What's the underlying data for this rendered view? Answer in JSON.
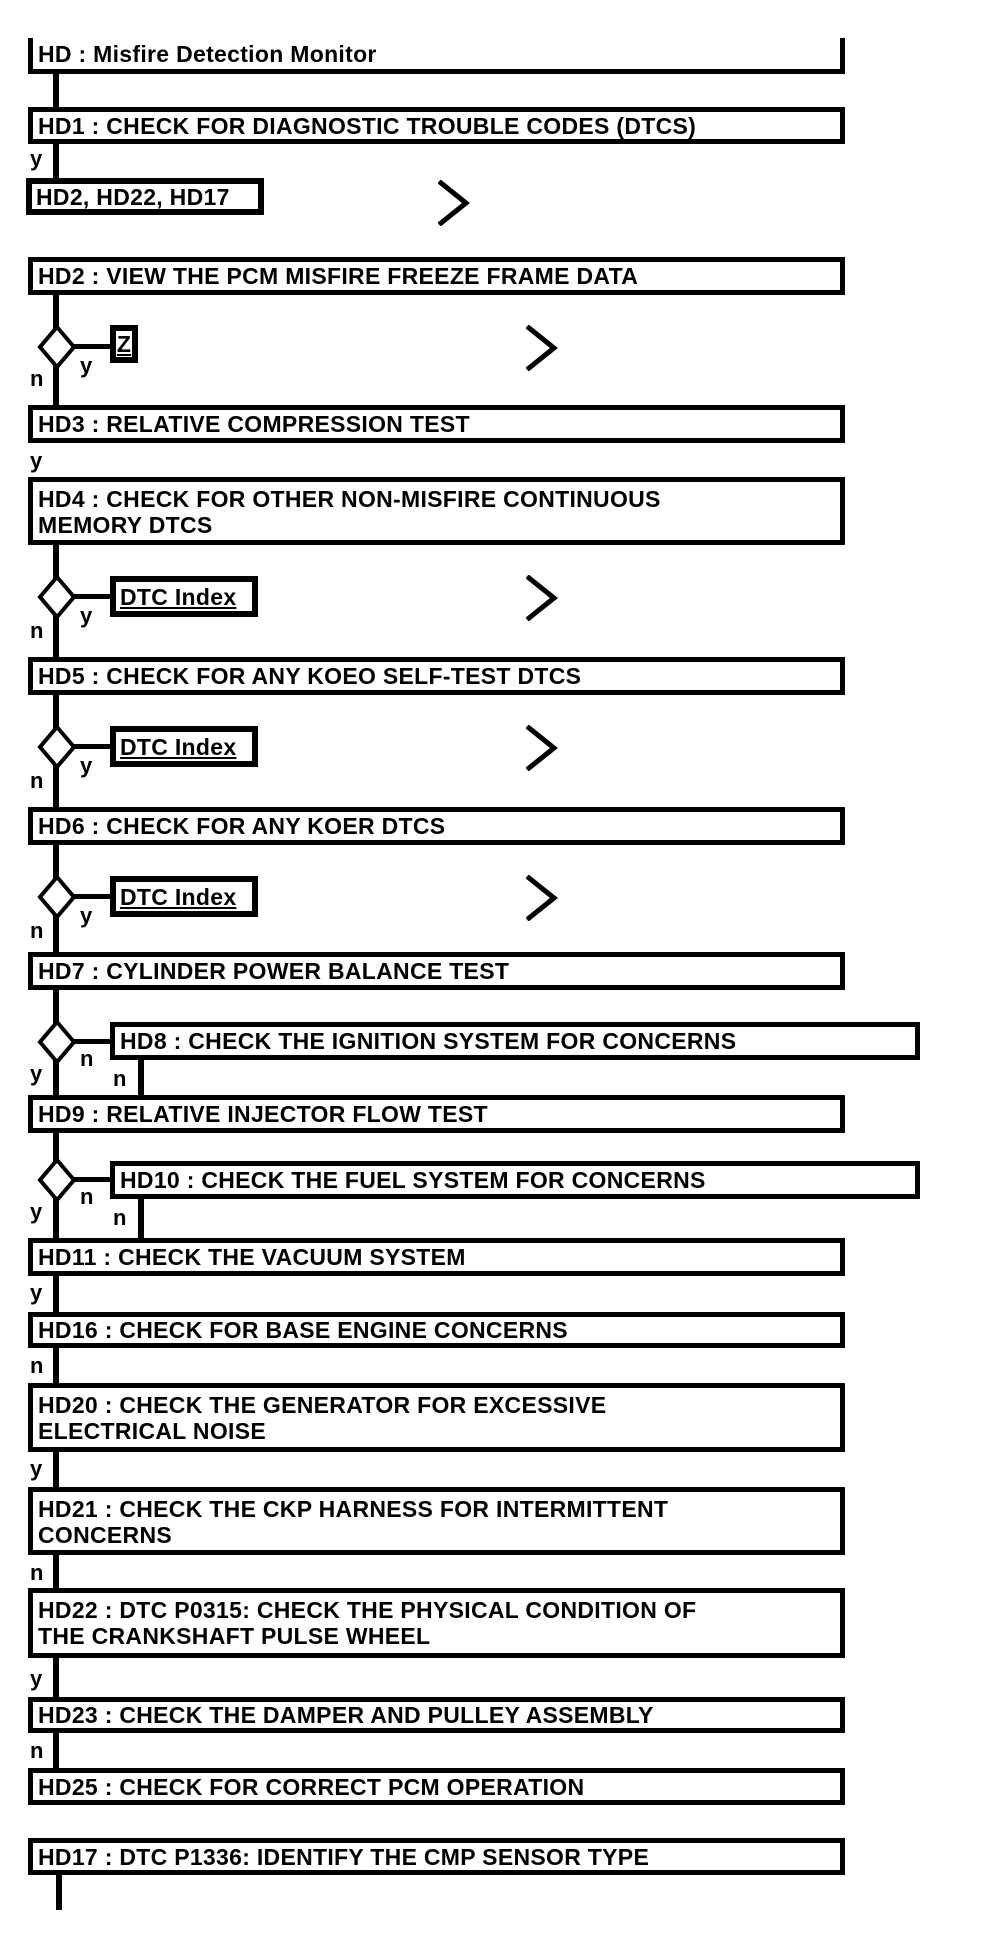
{
  "title": "HD : Misfire Detection Monitor",
  "labels": {
    "yes": "y",
    "no": "n"
  },
  "nodes": {
    "hd1": "HD1 : CHECK FOR DIAGNOSTIC TROUBLE CODES (DTCS)",
    "jump": "HD2, HD22, HD17",
    "hd2": "HD2 : VIEW THE PCM MISFIRE FREEZE FRAME DATA",
    "z": "Z",
    "hd3": "HD3 : RELATIVE COMPRESSION TEST",
    "hd4_line1": "HD4 : CHECK FOR OTHER NON-MISFIRE CONTINUOUS",
    "hd4_line2": "MEMORY DTCS",
    "dtc_index": "DTC Index",
    "hd5": "HD5 : CHECK FOR ANY KOEO SELF-TEST DTCS",
    "hd6": "HD6 : CHECK FOR ANY KOER DTCS",
    "hd7": "HD7 : CYLINDER POWER BALANCE TEST",
    "hd8": "HD8 : CHECK THE IGNITION SYSTEM FOR CONCERNS",
    "hd9": "HD9 : RELATIVE INJECTOR FLOW TEST",
    "hd10": "HD10 : CHECK THE FUEL SYSTEM FOR CONCERNS",
    "hd11": "HD11 : CHECK THE VACUUM SYSTEM",
    "hd16": "HD16 : CHECK FOR BASE ENGINE CONCERNS",
    "hd20_line1": "HD20 : CHECK THE GENERATOR FOR EXCESSIVE",
    "hd20_line2": "ELECTRICAL NOISE",
    "hd21_line1": "HD21 : CHECK THE CKP HARNESS FOR INTERMITTENT",
    "hd21_line2": "CONCERNS",
    "hd22_line1": "HD22 : DTC P0315: CHECK THE PHYSICAL CONDITION OF",
    "hd22_line2": "THE CRANKSHAFT PULSE WHEEL",
    "hd23": "HD23 : CHECK THE DAMPER AND PULLEY ASSEMBLY",
    "hd25": "HD25 : CHECK FOR CORRECT PCM OPERATION",
    "hd17": "HD17 : DTC P1336: IDENTIFY THE CMP SENSOR TYPE"
  },
  "colors": {
    "line": "#000000",
    "background": "#ffffff"
  }
}
